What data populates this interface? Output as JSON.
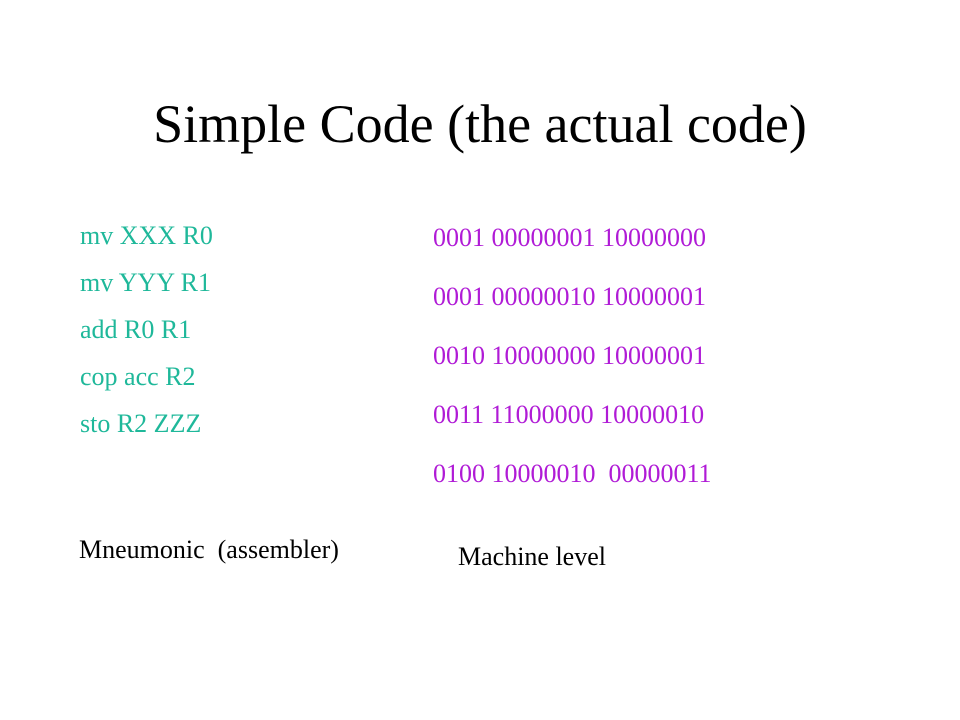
{
  "slide": {
    "title": "Simple Code (the actual code)",
    "mnemonic_lines": [
      "mv XXX R0",
      "mv YYY R1",
      "add R0 R1",
      "cop acc R2",
      "sto R2 ZZZ"
    ],
    "machine_lines": [
      "0001 00000001 10000000",
      "0001 00000010 10000001",
      "0010 10000000 10000001",
      "0011 11000000 10000010",
      "0100 10000010  00000011"
    ],
    "mnemonic_caption": "Mneumonic  (assembler)",
    "machine_caption": "Machine level"
  },
  "colors": {
    "mnemonic": "#1fb89a",
    "machine": "#b01bd6"
  }
}
